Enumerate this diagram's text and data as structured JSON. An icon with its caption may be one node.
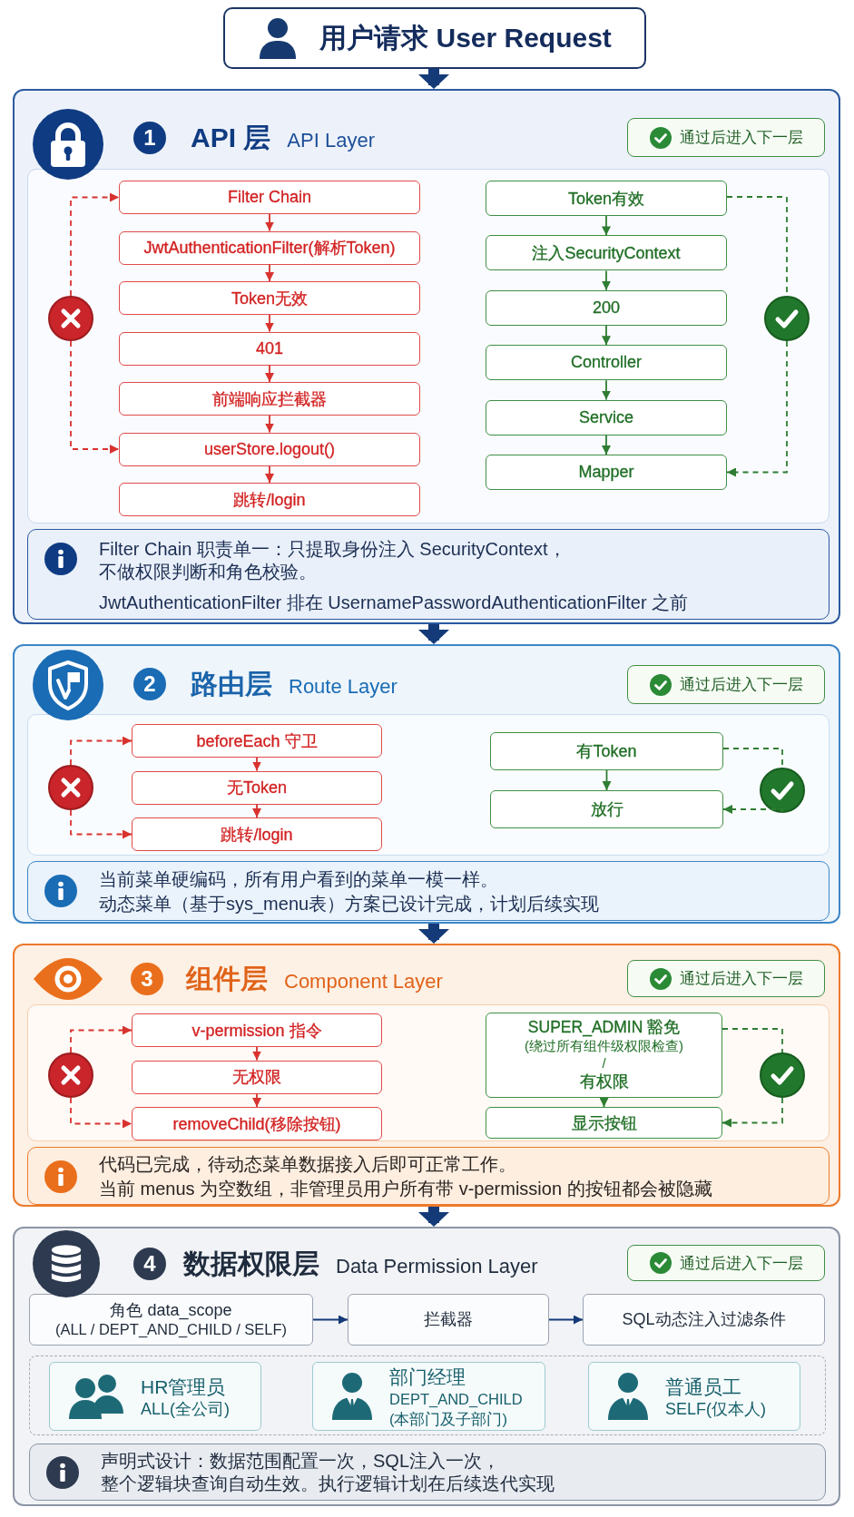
{
  "diagram": {
    "nodes": [
      {
        "text": [
          "用户请求 User Request"
        ]
      },
      {
        "text": [
          "API 层",
          "API Layer"
        ]
      },
      {
        "text": [
          "1"
        ],
        "in": 1
      },
      {
        "text": [
          "通过后进入下一层"
        ],
        "in": 1
      },
      {
        "text": [],
        "shape": "box",
        "in": 1
      },
      {
        "text": [],
        "shape": "circle",
        "in": 4
      },
      {
        "text": [
          "Filter Chain"
        ],
        "in": 4
      },
      {
        "text": [
          "JwtAuthenticationFilter(解析Token)"
        ],
        "in": 4
      },
      {
        "text": [
          "Token无效"
        ],
        "in": 4
      },
      {
        "text": [
          "401"
        ],
        "in": 4
      },
      {
        "text": [
          "前端响应拦截器"
        ],
        "in": 4
      },
      {
        "text": [
          "userStore.logout()"
        ],
        "in": 4
      },
      {
        "text": [
          "跳转/login"
        ],
        "in": 4
      },
      {
        "text": [
          "Token有效"
        ],
        "in": 4
      },
      {
        "text": [
          "注入SecurityContext"
        ],
        "in": 4
      },
      {
        "text": [
          "200"
        ],
        "in": 4
      },
      {
        "text": [
          "Controller"
        ],
        "in": 4
      },
      {
        "text": [
          "Service"
        ],
        "in": 4
      },
      {
        "text": [
          "Mapper"
        ],
        "in": 4
      },
      {
        "text": [],
        "shape": "circle",
        "in": 4
      },
      {
        "text": [
          "Filter Chain 职责单一：只提取身份注入 SecurityContext，不做权限判断和角色校验。",
          "JwtAuthenticationFilter 排在 UsernamePasswordAuthenticationFilter 之前"
        ],
        "in": 1
      },
      {
        "text": [
          "路由层",
          "Route Layer"
        ]
      },
      {
        "text": [
          "2"
        ],
        "in": 21
      },
      {
        "text": [
          "通过后进入下一层"
        ],
        "in": 21
      },
      {
        "text": [],
        "shape": "box",
        "in": 21
      },
      {
        "text": [],
        "shape": "circle",
        "in": 24
      },
      {
        "text": [
          "beforeEach 守卫"
        ],
        "in": 24
      },
      {
        "text": [
          "无Token"
        ],
        "in": 24
      },
      {
        "text": [
          "跳转/login"
        ],
        "in": 24
      },
      {
        "text": [
          "有Token"
        ],
        "in": 24
      },
      {
        "text": [
          "放行"
        ],
        "in": 24
      },
      {
        "text": [],
        "shape": "circle",
        "in": 24
      },
      {
        "text": [
          "当前菜单硬编码，所有用户看到的菜单一模一样。",
          "动态菜单（基于sys_menu表）方案已设计完成，计划后续实现"
        ],
        "in": 21
      },
      {
        "text": [
          "组件层",
          "Component Layer"
        ]
      },
      {
        "text": [
          "3"
        ],
        "in": 33
      },
      {
        "text": [
          "通过后进入下一层"
        ],
        "in": 33
      },
      {
        "text": [],
        "shape": "box",
        "in": 33
      },
      {
        "text": [],
        "shape": "circle",
        "in": 36
      },
      {
        "text": [
          "v-permission 指令"
        ],
        "in": 36
      },
      {
        "text": [
          "无权限"
        ],
        "in": 36
      },
      {
        "text": [
          "removeChild(移除按钮)"
        ],
        "in": 36
      },
      {
        "text": [
          "SUPER_ADMIN 豁免",
          "(绕过所有组件级权限检查)",
          "/",
          "有权限"
        ],
        "in": 36
      },
      {
        "text": [
          "显示按钮"
        ],
        "in": 36
      },
      {
        "text": [],
        "shape": "circle",
        "in": 36
      },
      {
        "text": [
          "代码已完成，待动态菜单数据接入后即可正常工作。",
          "当前 menus 为空数组，非管理员用户所有带 v-permission 的按钮都会被隐藏"
        ],
        "in": 33
      },
      {
        "text": [
          "数据权限层",
          "Data Permission Layer"
        ]
      },
      {
        "text": [
          "4"
        ],
        "in": 45
      },
      {
        "text": [
          "通过后进入下一层"
        ],
        "in": 45
      },
      {
        "text": [
          "角色 data_scope",
          "(ALL / DEPT_AND_CHILD / SELF)"
        ],
        "in": 45
      },
      {
        "text": [
          "拦截器"
        ],
        "in": 45
      },
      {
        "text": [
          "SQL动态注入过滤条件"
        ],
        "in": 45
      },
      {
        "text": [],
        "shape": "box",
        "in": 45
      },
      {
        "text": [
          "HR管理员",
          "ALL(全公司)"
        ],
        "in": 51
      },
      {
        "text": [
          "部门经理",
          "DEPT_AND_CHILD (本部门及子部门)"
        ],
        "in": 51
      },
      {
        "text": [
          "普通员工",
          "SELF(仅本人)"
        ],
        "in": 51
      },
      {
        "text": [
          "声明式设计：数据范围配置一次，SQL注入一次，整个逻辑块查询自动生效。执行逻辑计划在后续迭代实现"
        ],
        "in": 45
      }
    ],
    "edges": [
      {
        "from": 0,
        "to": 1,
        "arrow": "to",
        "style": "thick",
        "color": "#143a78"
      },
      {
        "from": 1,
        "to": 21,
        "arrow": "to",
        "style": "thick",
        "color": "#143a78"
      },
      {
        "from": 21,
        "to": 33,
        "arrow": "to",
        "style": "thick",
        "color": "#143a78"
      },
      {
        "from": 33,
        "to": 45,
        "arrow": "to",
        "style": "thick",
        "color": "#143a78"
      },
      {
        "from": 6,
        "to": 7,
        "arrow": "to"
      },
      {
        "from": 7,
        "to": 8,
        "arrow": "to"
      },
      {
        "from": 8,
        "to": 9,
        "arrow": "to"
      },
      {
        "from": 9,
        "to": 10,
        "arrow": "to"
      },
      {
        "from": 10,
        "to": 11,
        "arrow": "to"
      },
      {
        "from": 11,
        "to": 12,
        "arrow": "to"
      },
      {
        "from": 5,
        "to": 6,
        "arrow": "to",
        "style": "dashed"
      },
      {
        "from": 5,
        "to": 11,
        "arrow": "to",
        "style": "dashed"
      },
      {
        "from": 13,
        "to": 14,
        "arrow": "to",
        "color": "#2e7d32"
      },
      {
        "from": 14,
        "to": 15,
        "arrow": "to",
        "color": "#2e7d32"
      },
      {
        "from": 15,
        "to": 16,
        "arrow": "to",
        "color": "#2e7d32"
      },
      {
        "from": 16,
        "to": 17,
        "arrow": "to",
        "color": "#2e7d32"
      },
      {
        "from": 17,
        "to": 18,
        "arrow": "to",
        "color": "#2e7d32"
      },
      {
        "from": 13,
        "to": 19,
        "arrow": "none",
        "style": "dashed",
        "color": "#2e7d32"
      },
      {
        "from": 19,
        "to": 18,
        "arrow": "to",
        "style": "dashed",
        "color": "#2e7d32"
      },
      {
        "from": 26,
        "to": 27,
        "arrow": "to"
      },
      {
        "from": 27,
        "to": 28,
        "arrow": "to"
      },
      {
        "from": 25,
        "to": 26,
        "arrow": "to",
        "style": "dashed"
      },
      {
        "from": 25,
        "to": 28,
        "arrow": "to",
        "style": "dashed"
      },
      {
        "from": 29,
        "to": 30,
        "arrow": "to",
        "color": "#2e7d32"
      },
      {
        "from": 29,
        "to": 31,
        "arrow": "none",
        "style": "dashed",
        "color": "#2e7d32"
      },
      {
        "from": 31,
        "to": 30,
        "arrow": "to",
        "style": "dashed",
        "color": "#2e7d32"
      },
      {
        "from": 38,
        "to": 39,
        "arrow": "to"
      },
      {
        "from": 39,
        "to": 40,
        "arrow": "to"
      },
      {
        "from": 37,
        "to": 38,
        "arrow": "to",
        "style": "dashed"
      },
      {
        "from": 37,
        "to": 40,
        "arrow": "to",
        "style": "dashed"
      },
      {
        "from": 41,
        "to": 42,
        "arrow": "to",
        "color": "#2e7d32"
      },
      {
        "from": 41,
        "to": 43,
        "arrow": "none",
        "style": "dashed",
        "color": "#2e7d32"
      },
      {
        "from": 43,
        "to": 42,
        "arrow": "to",
        "style": "dashed",
        "color": "#2e7d32"
      },
      {
        "from": 48,
        "to": 49,
        "arrow": "to",
        "color": "#143a78"
      },
      {
        "from": 49,
        "to": 50,
        "arrow": "to",
        "color": "#143a78"
      }
    ]
  }
}
